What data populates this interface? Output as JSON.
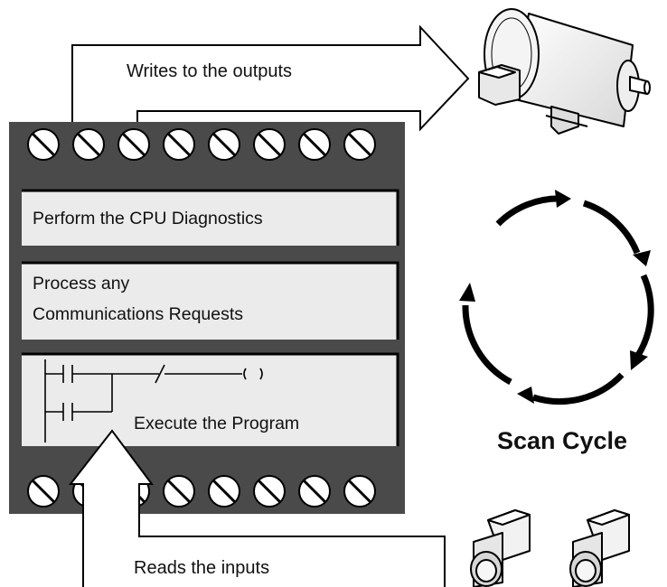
{
  "labels": {
    "outputs": "Writes to the outputs",
    "inputs": "Reads the inputs",
    "diagnostics": "Perform the CPU Diagnostics",
    "comm_line1": "Process any",
    "comm_line2": "Communications Requests",
    "execute": "Execute the Program",
    "scan_cycle": "Scan Cycle"
  },
  "terminals": {
    "top_count": 8,
    "bottom_count": 8
  },
  "colors": {
    "plc_body": "#4a4a4a",
    "panel": "#ebebeb",
    "terminal": "#ffffff",
    "ink": "#000000"
  }
}
